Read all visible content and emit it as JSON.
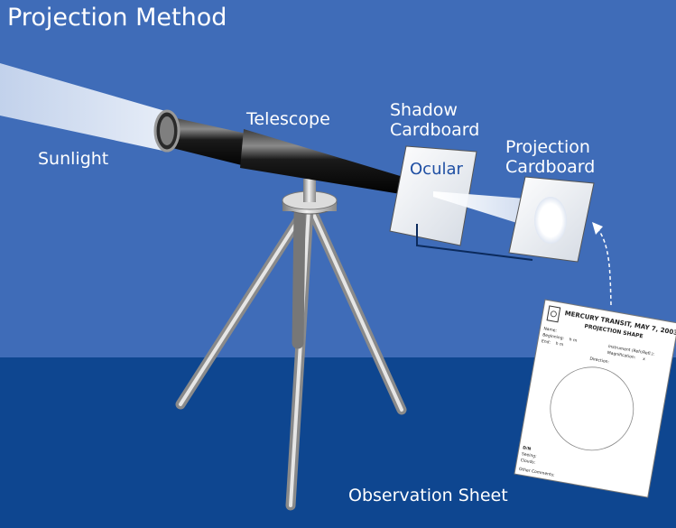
{
  "diagram": {
    "title": "Projection Method",
    "labels": {
      "sunlight": "Sunlight",
      "telescope": "Telescope",
      "shadow_line1": "Shadow",
      "shadow_line2": "Cardboard",
      "ocular": "Ocular",
      "projection_line1": "Projection",
      "projection_line2": "Cardboard",
      "observation_sheet": "Observation Sheet"
    },
    "sheet": {
      "heading1": "MERCURY TRANSIT, MAY 7, 2003",
      "heading2": "PROJECTION SHAPE",
      "field_name": "Name:",
      "field_beginning": "Beginning:",
      "field_beginning_units": "h   m",
      "field_end": "End:",
      "field_end_units": "h   m",
      "field_instrument": "Instrument (Refr/Refl.):",
      "field_magnification": "Magnification:",
      "field_magnification_unit": "x",
      "field_direction": "Direction:",
      "field_dnr": "D/N",
      "field_seeing": "Seeing:",
      "field_clouds": "Clouds:",
      "field_comments": "Other Comments:"
    },
    "colors": {
      "sky": "#3f6cb8",
      "ground": "#0e4690",
      "label": "#ffffff",
      "ocular_label": "#1f4fa3"
    }
  }
}
